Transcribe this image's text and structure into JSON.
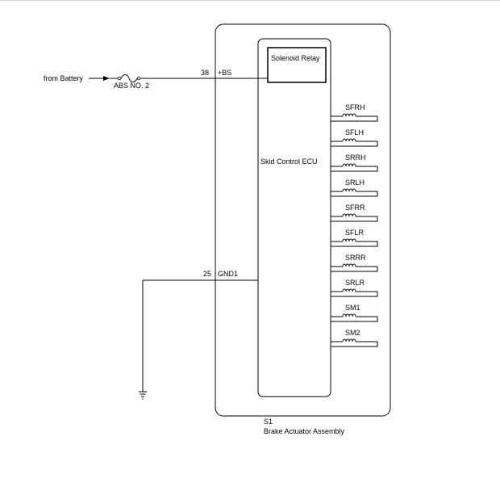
{
  "source": {
    "label": "from Battery"
  },
  "fuse": {
    "label": "ABS NO. 2"
  },
  "pins": [
    {
      "number": "38",
      "name": "+BS"
    },
    {
      "number": "25",
      "name": "GND1"
    }
  ],
  "relay": {
    "label": "Solenoid Relay"
  },
  "ecu": {
    "label": "Skid Control ECU"
  },
  "solenoids": [
    "SFRH",
    "SFLH",
    "SRRH",
    "SRLH",
    "SFRR",
    "SFLR",
    "SRRR",
    "SRLR",
    "SM1",
    "SM2"
  ],
  "assembly": {
    "code": "S1",
    "name": "Brake Actuator Assembly"
  }
}
